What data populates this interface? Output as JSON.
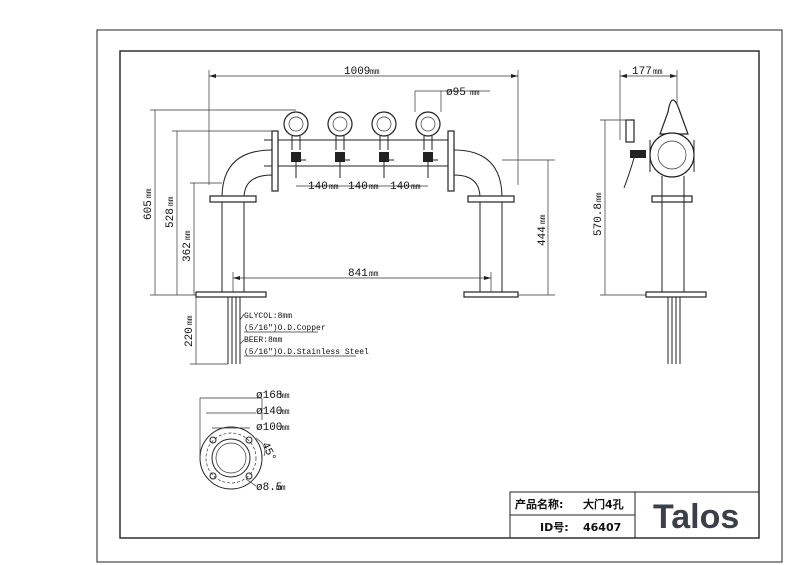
{
  "dimensions": {
    "total_width": "1009",
    "handle_diameter": "ø95",
    "spacing_1": "140",
    "spacing_2": "140",
    "spacing_3": "140",
    "base_span": "841",
    "height_total": "605",
    "height_pipe": "528",
    "height_column": "362",
    "height_right": "444",
    "below_mount": "220",
    "side_depth": "177",
    "side_height": "570.8",
    "base_outer": "ø168",
    "base_bolt": "ø140",
    "base_inner": "ø100",
    "hole": "ø8.5",
    "angle": "45°"
  },
  "unit": "mm",
  "notes": {
    "glycol_label": "GLYCOL:8mm",
    "glycol_spec": "(5/16\")O.D.Copper",
    "beer_label": "BEER:8mm",
    "beer_spec": "(5/16\")O.D.Stainless Steel"
  },
  "title_block": {
    "product_name_label": "产品名称:",
    "product_name": "大门4孔",
    "id_label": "ID号:",
    "id_value": "46407",
    "logo": "Talos"
  }
}
